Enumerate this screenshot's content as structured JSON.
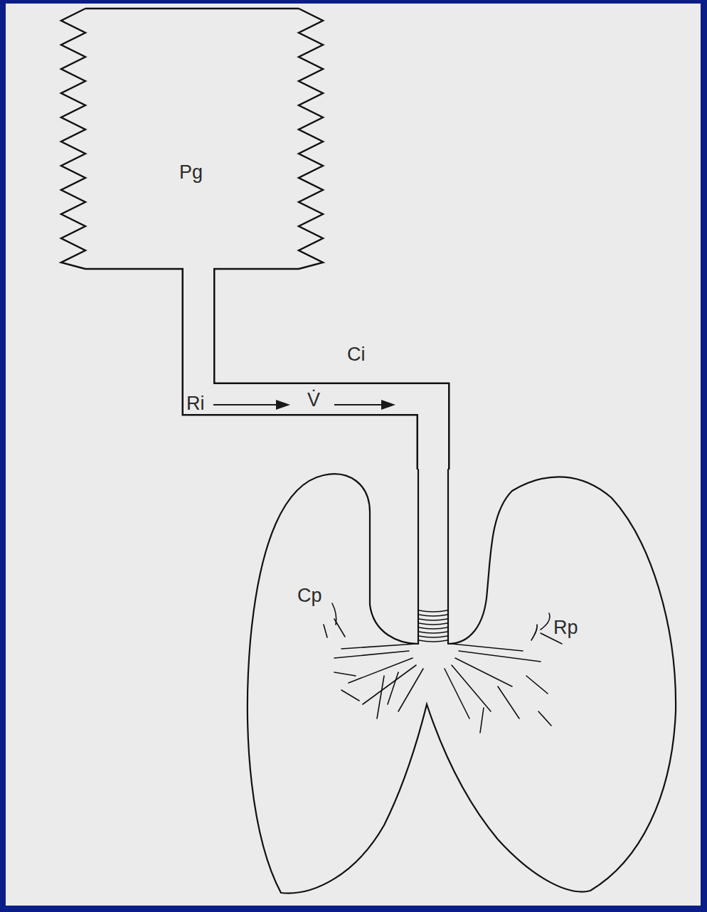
{
  "diagram": {
    "nodes": [
      {
        "text": [
          "Pg"
        ]
      },
      {
        "text": [
          "Cp",
          "Rp"
        ]
      }
    ],
    "edges": [
      {
        "from": 0,
        "to": 1,
        "arrow": "none"
      }
    ],
    "labels": [
      "Ri",
      "V̇",
      "Ci"
    ]
  }
}
